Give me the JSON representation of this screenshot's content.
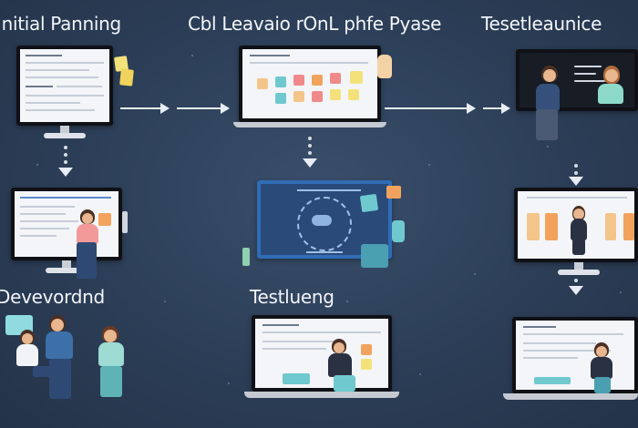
{
  "headings": {
    "initial_planning": "Initial Panning",
    "collaborative_phase": "Cbl Leavaio rOnL phfe Pyase",
    "final_release": "Tesetleaunice",
    "development": "Devevordnd",
    "testing": "Testlueng"
  },
  "colors": {
    "background": "#2c3e57",
    "heading_text": "#f2f5fa",
    "arrow": "#e8edf3",
    "sticky_yellow": "#f3e27a",
    "sticky_orange": "#f1a35d",
    "sticky_pink": "#f08a8a",
    "accent_teal": "#6fc9cf",
    "accent_blue": "#2f6db5"
  },
  "icons": {
    "hand_pointer": "hand-pointer-icon",
    "sticky_notes": "sticky-notes-icon",
    "gear_network": "network-icon"
  }
}
